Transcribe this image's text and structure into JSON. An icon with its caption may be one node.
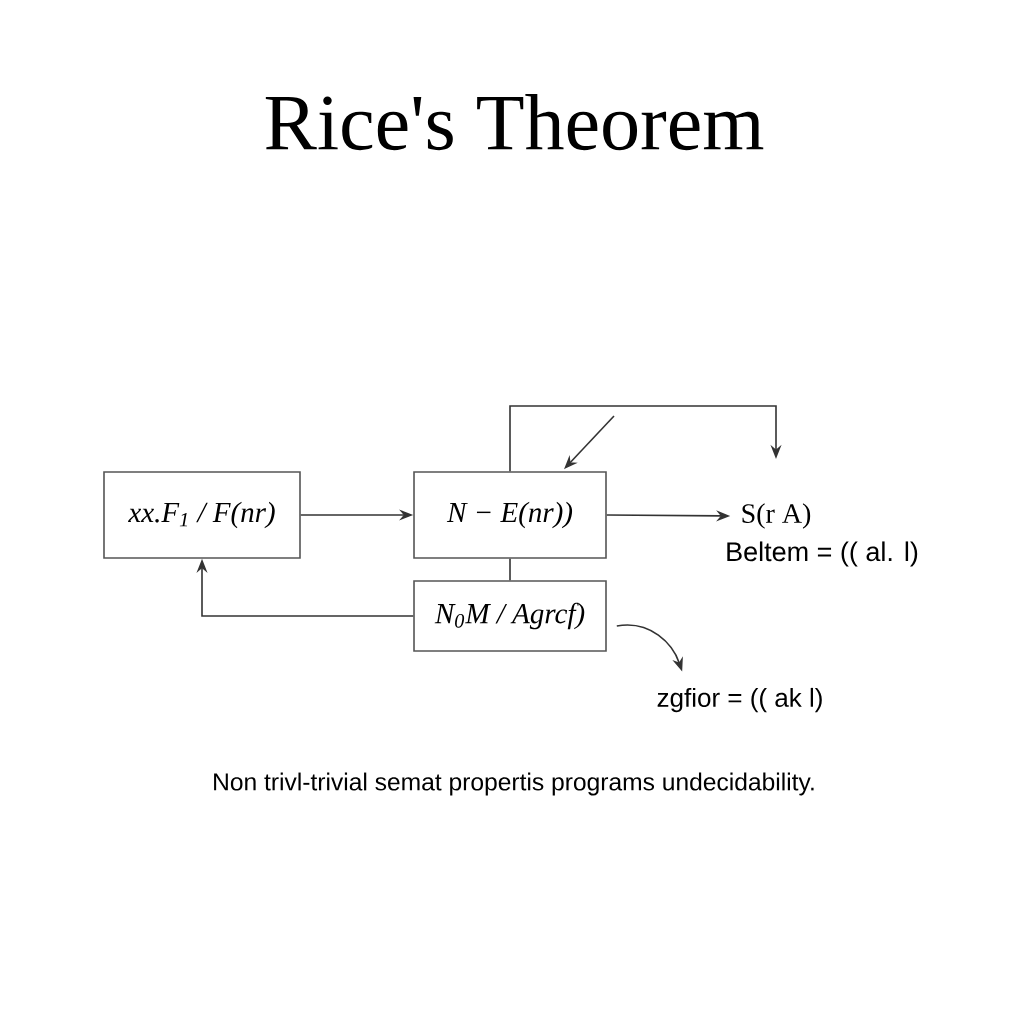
{
  "diagram": {
    "title": "Rice's Theorem",
    "caption": "Non trivl-trivial semat propertis programs undecidability.",
    "nodes": [
      {
        "text": [
          "xx.F$_{1}$ / F(nr)"
        ]
      },
      {
        "text": [
          "N − E(nr))"
        ]
      },
      {
        "text": [
          "N$_{0}$M / Agrcf)"
        ]
      },
      {
        "text": [
          "S(r A)"
        ],
        "beside": [
          "Beltem = (( al. l)"
        ]
      },
      {
        "text": [
          "zgfior = (( ak l)"
        ]
      }
    ],
    "edges": [
      {
        "from": 0,
        "to": 1,
        "arrow": "to"
      },
      {
        "from": 1,
        "to": 3,
        "arrow": "to"
      },
      {
        "from": 1,
        "to": 3,
        "arrow": "to"
      },
      {
        "from": null,
        "to": 1,
        "arrow": "to"
      },
      {
        "from": 1,
        "to": 2,
        "arrow": "none"
      },
      {
        "from": 2,
        "to": 0,
        "arrow": "to"
      },
      {
        "from": 2,
        "to": 4,
        "arrow": "to"
      }
    ]
  }
}
